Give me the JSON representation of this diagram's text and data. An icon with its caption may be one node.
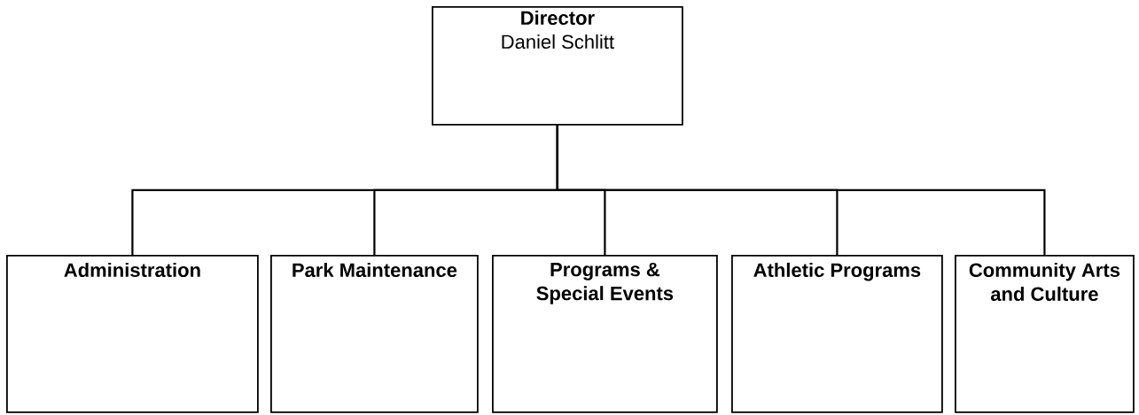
{
  "diagram": {
    "nodes": [
      {
        "text": [
          "Director",
          "Daniel Schlitt"
        ]
      },
      {
        "text": [
          "Administration"
        ]
      },
      {
        "text": [
          "Park Maintenance"
        ]
      },
      {
        "text": [
          "Programs & Special Events"
        ]
      },
      {
        "text": [
          "Athletic Programs"
        ]
      },
      {
        "text": [
          "Community Arts and Culture"
        ]
      }
    ],
    "edges": [
      {
        "from": 0,
        "to": 1,
        "arrow": "none"
      },
      {
        "from": 0,
        "to": 2,
        "arrow": "none"
      },
      {
        "from": 0,
        "to": 3,
        "arrow": "none"
      },
      {
        "from": 0,
        "to": 4,
        "arrow": "none"
      },
      {
        "from": 0,
        "to": 5,
        "arrow": "none"
      }
    ]
  }
}
